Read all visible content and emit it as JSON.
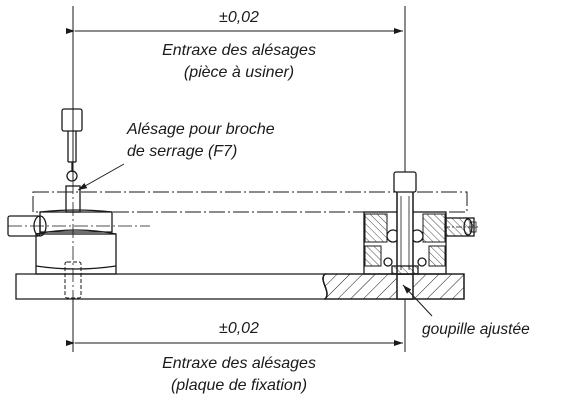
{
  "diagram": {
    "top_dimension": {
      "tolerance": "±0,02",
      "caption_line1": "Entraxe des alésages",
      "caption_line2": "(pièce à usiner)"
    },
    "bottom_dimension": {
      "tolerance": "±0,02",
      "caption_line1": "Entraxe des alésages",
      "caption_line2": "(plaque de fixation)"
    },
    "bore_callout": {
      "line1": "Alésage pour broche",
      "line2": "de serrage (F7)"
    },
    "pin_callout": {
      "text": "goupille ajustée"
    },
    "colors": {
      "line": "#1a1a1a",
      "background": "#ffffff"
    }
  }
}
